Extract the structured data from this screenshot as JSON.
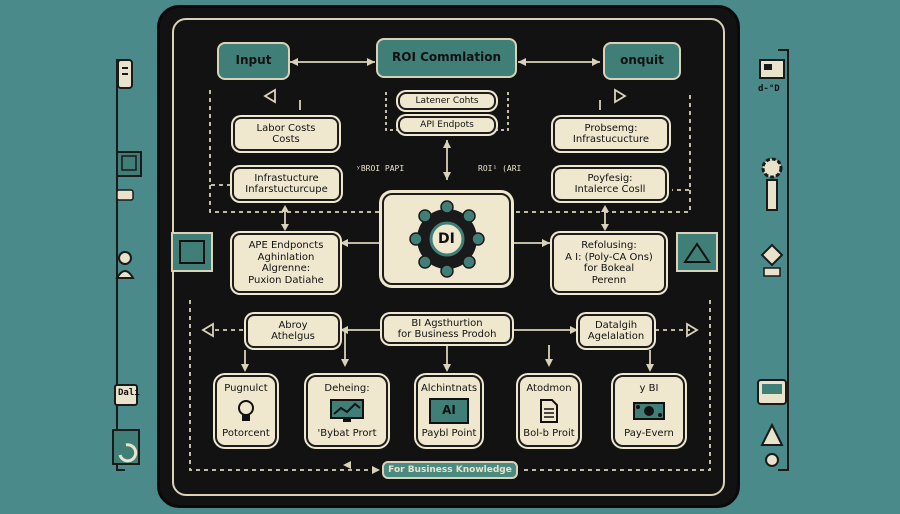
{
  "colors": {
    "background": "#4a8a8a",
    "panel": "#121212",
    "cream": "#efe8cf",
    "teal": "#3f7f78",
    "line": "#d9d2b8"
  },
  "top": {
    "input": "Input",
    "roi": "ROI Commlation",
    "output": "onquit"
  },
  "left": {
    "labor": [
      "Labor Costs",
      "Costs"
    ],
    "infra": [
      "Infrastucture",
      "Infarstucturcupe"
    ],
    "ape": [
      "APE Endponcts",
      "Aghinlation",
      "Algrenne:",
      "Puxion Datiahe"
    ]
  },
  "center_top": {
    "latency": "Latener Cohts",
    "api": "API Endpots"
  },
  "center": {
    "label": "DI"
  },
  "mid_labels": {
    "left": "ʸBROI PAPI",
    "right": "ROI¹ (ARI"
  },
  "right": {
    "processing": [
      "Probsemg:",
      "Infrastucucture"
    ],
    "polysing": [
      "Poyfesig:",
      "Intalerce Cosll"
    ],
    "refolusing": [
      "Refolusing:",
      "A I:  (Poly-CA Ons)",
      "for Bokeal",
      "Perenn"
    ]
  },
  "row2": {
    "left": [
      "Abroy",
      "Athelgus"
    ],
    "center": [
      "BI Agsthurtion",
      "for Business Prodoh"
    ],
    "right": [
      "Datalgih",
      "Agelalation"
    ]
  },
  "bottom": [
    {
      "title": "Pugnulct",
      "caption": "Potorcent",
      "icon": "lightbulb-icon"
    },
    {
      "title": "Deheing:",
      "caption": "'Bybat Prort",
      "icon": "monitor-chart-icon"
    },
    {
      "title": "Alchintnats",
      "caption": "Paybl Point",
      "icon": "ai-monitor-icon",
      "badge": "AI"
    },
    {
      "title": "Atodmon",
      "caption": "Bol-b Proit",
      "icon": "document-icon"
    },
    {
      "title": "y BI",
      "caption": "Pay-Evern",
      "icon": "money-icon"
    }
  ],
  "footer": "For Business Knowledge",
  "side": {
    "left_caption": "Dali",
    "right_caption": "d-°D"
  }
}
